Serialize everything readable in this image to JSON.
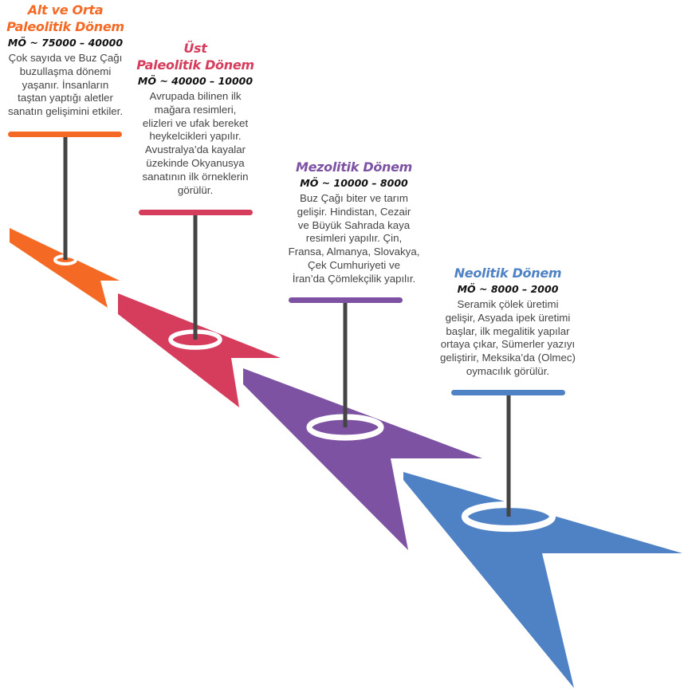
{
  "colors": {
    "orange": "#f46a24",
    "red": "#d63d5c",
    "purple": "#7d52a3",
    "blue": "#4f82c5",
    "stem": "#444444"
  },
  "periods": [
    {
      "title_lines": [
        "Alt ve Orta",
        "Paleolitik Dönem"
      ],
      "date": "MÖ ~ 75000 – 40000",
      "description": [
        "Çok sayıda ve Buz Çağı",
        "buzullaşma dönemi",
        "yaşanır. İnsanların",
        "taştan yaptığı aletler",
        "sanatın gelişimini etkiler."
      ]
    },
    {
      "title_lines": [
        "Üst",
        "Paleolitik Dönem"
      ],
      "date": "MÖ ~ 40000 – 10000",
      "description": [
        "Avrupada bilinen ilk",
        "mağara resimleri,",
        "elizleri ve ufak bereket",
        "heykelcikleri yapılır.",
        "Avustralya’da kayalar",
        "üzekinde Okyanusya",
        "sanatının ilk örneklerin",
        "görülür."
      ]
    },
    {
      "title_lines": [
        "Mezolitik Dönem"
      ],
      "date": "MÖ ~ 10000 – 8000",
      "description": [
        "Buz Çağı biter ve tarım",
        "gelişir. Hindistan, Cezair",
        "ve Büyük Sahrada kaya",
        "resimleri yapılır. Çin,",
        "Fransa, Almanya, Slovakya,",
        "Çek Cumhuriyeti ve",
        "İran’da Çömlekçilik yapılır."
      ]
    },
    {
      "title_lines": [
        "Neolitik Dönem"
      ],
      "date": "MÖ ~ 8000 – 2000",
      "description": [
        "Seramik çölek üretimi",
        "gelişir, Asyada ipek üretimi",
        "başlar, ilk megalitik yapılar",
        "ortaya çıkar, Sümerler yazıyı",
        "geliştirir, Meksika’da (Olmec)",
        "oymacılık görülür."
      ]
    }
  ]
}
